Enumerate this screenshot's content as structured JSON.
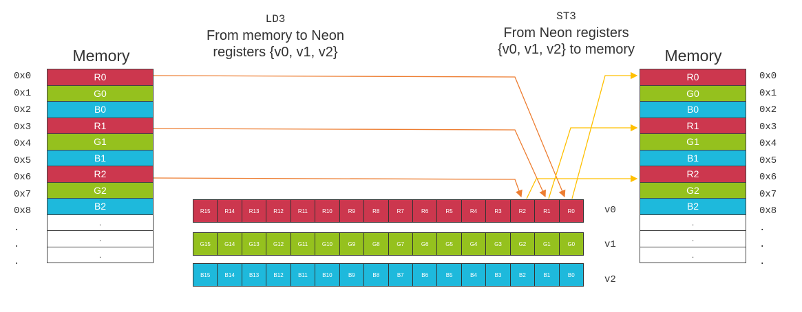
{
  "ld3": {
    "instruction": "LD3",
    "line1": "From memory to Neon",
    "line2": "registers {v0, v1, v2}"
  },
  "st3": {
    "instruction": "ST3",
    "line1": "From Neon registers",
    "line2": "{v0, v1, v2} to memory"
  },
  "memory_label": "Memory",
  "colors": {
    "red": "#cc374e",
    "green": "#95c11e",
    "blue": "#1eb9dc",
    "load_arrow": "#ed7d31",
    "store_arrow": "#ffc000"
  },
  "memory_rows": [
    {
      "addr": "0x0",
      "label": "R0",
      "color": "red"
    },
    {
      "addr": "0x1",
      "label": "G0",
      "color": "green"
    },
    {
      "addr": "0x2",
      "label": "B0",
      "color": "blue"
    },
    {
      "addr": "0x3",
      "label": "R1",
      "color": "red"
    },
    {
      "addr": "0x4",
      "label": "G1",
      "color": "green"
    },
    {
      "addr": "0x5",
      "label": "B1",
      "color": "blue"
    },
    {
      "addr": "0x6",
      "label": "R2",
      "color": "red"
    },
    {
      "addr": "0x7",
      "label": "G2",
      "color": "green"
    },
    {
      "addr": "0x8",
      "label": "B2",
      "color": "blue"
    },
    {
      "addr": ".",
      "label": ".",
      "color": "white"
    },
    {
      "addr": ".",
      "label": ".",
      "color": "white"
    },
    {
      "addr": ".",
      "label": ".",
      "color": "white"
    }
  ],
  "registers": [
    {
      "name": "v0",
      "color": "red",
      "cells": [
        "R15",
        "R14",
        "R13",
        "R12",
        "R11",
        "R10",
        "R9",
        "R8",
        "R7",
        "R6",
        "R5",
        "R4",
        "R3",
        "R2",
        "R1",
        "R0"
      ]
    },
    {
      "name": "v1",
      "color": "green",
      "cells": [
        "G15",
        "G14",
        "G13",
        "G12",
        "G11",
        "G10",
        "G9",
        "G8",
        "G7",
        "G6",
        "G5",
        "G4",
        "G3",
        "G2",
        "G1",
        "G0"
      ]
    },
    {
      "name": "v2",
      "color": "blue",
      "cells": [
        "B15",
        "B14",
        "B13",
        "B12",
        "B11",
        "B10",
        "B9",
        "B8",
        "B7",
        "B6",
        "B5",
        "B4",
        "B3",
        "B2",
        "B1",
        "B0"
      ]
    }
  ]
}
